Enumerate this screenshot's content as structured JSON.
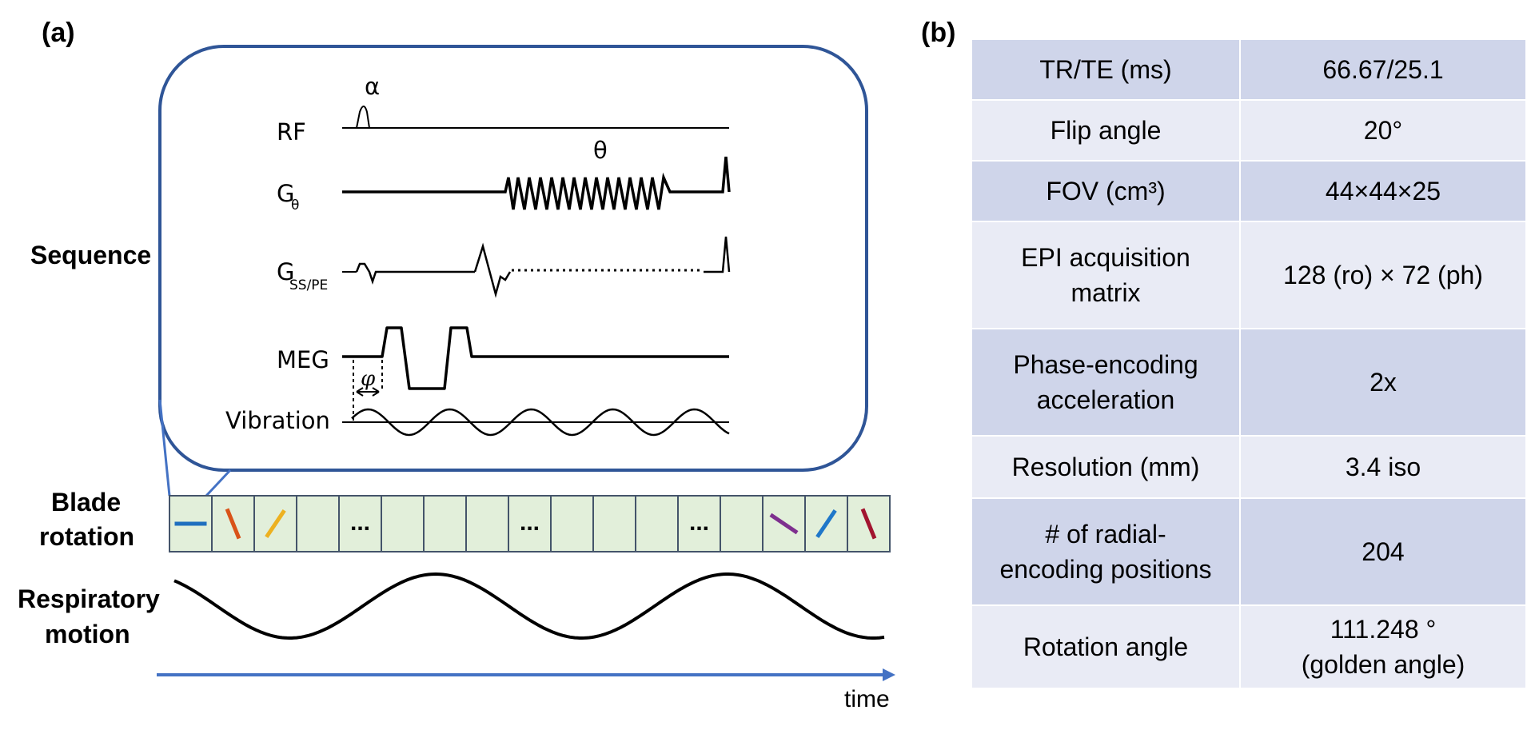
{
  "panel_a": {
    "label": "(a)",
    "sequence_label": "Sequence",
    "blade_label_1": "Blade",
    "blade_label_2": "rotation",
    "resp_label_1": "Respiratory",
    "resp_label_2": "motion",
    "time_label": "time",
    "rf_label": "RF",
    "alpha_label": "α",
    "g_theta_label": "G",
    "g_theta_sub": "θ",
    "theta_label": "θ",
    "g_ss_label": "G",
    "g_ss_sub": "SS/PE",
    "meg_label": "MEG",
    "phi_label": "φ",
    "vibration_label": "Vibration",
    "ellipsis": "...",
    "blade_colors": [
      "#1f6fbf",
      "#d95319",
      "#edb120",
      "#7e2f8e",
      "#1f77c9",
      "#a2142f"
    ],
    "blade_fill": "#e2efda",
    "frame_color": "#2f5597",
    "axis_color": "#4472c4"
  },
  "panel_b": {
    "label": "(b)",
    "rows": [
      {
        "param_1": "TR/TE (ms)",
        "param_2": "",
        "value_1": "66.67/25.1",
        "value_2": ""
      },
      {
        "param_1": "Flip angle",
        "param_2": "",
        "value_1": "20°",
        "value_2": ""
      },
      {
        "param_1": "FOV (cm³)",
        "param_2": "",
        "value_1": "44×44×25",
        "value_2": ""
      },
      {
        "param_1": "EPI acquisition",
        "param_2": "matrix",
        "value_1": "128 (ro) × 72 (ph)",
        "value_2": ""
      },
      {
        "param_1": "Phase-encoding",
        "param_2": "acceleration",
        "value_1": "2x",
        "value_2": ""
      },
      {
        "param_1": "Resolution (mm)",
        "param_2": "",
        "value_1": "3.4 iso",
        "value_2": ""
      },
      {
        "param_1": "# of radial-",
        "param_2": "encoding positions",
        "value_1": "204",
        "value_2": ""
      },
      {
        "param_1": "Rotation angle",
        "param_2": "",
        "value_1": "111.248 °",
        "value_2": "(golden angle)"
      }
    ]
  }
}
